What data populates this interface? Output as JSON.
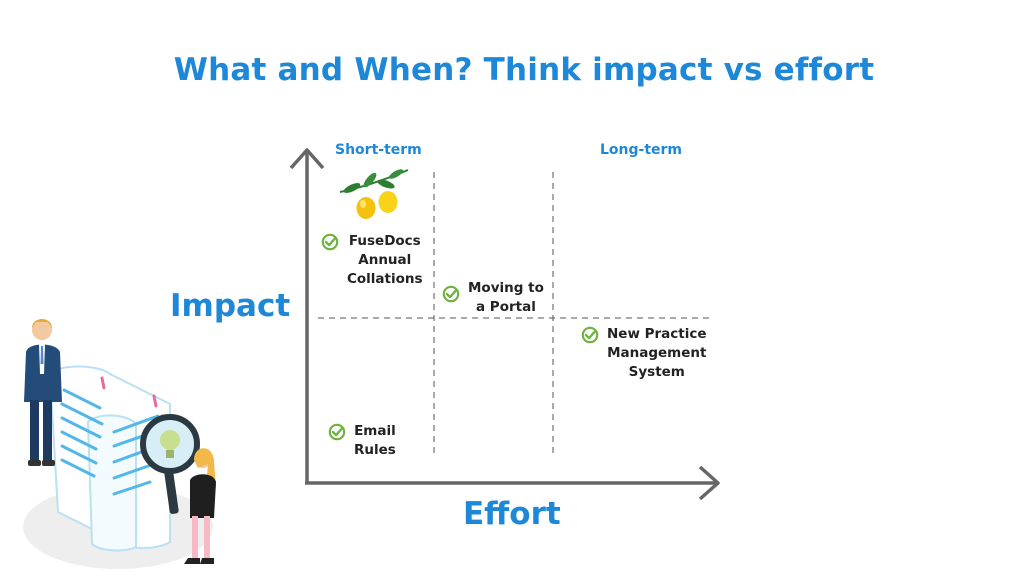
{
  "title": "What and When? Think impact vs effort",
  "axes": {
    "y_label": "Impact",
    "x_label": "Effort"
  },
  "columns": {
    "short_term": "Short-term",
    "long_term": "Long-term"
  },
  "items": {
    "fusedocs": [
      "FuseDocs",
      "Annual",
      "Collations"
    ],
    "portal": [
      "Moving to",
      "a Portal"
    ],
    "practice": [
      "New Practice",
      "Management",
      "System"
    ],
    "email": [
      "Email",
      "Rules"
    ]
  },
  "colors": {
    "accent": "#1e88d8",
    "axis": "#555555",
    "check": "#6cb33f"
  },
  "icons": [
    "check-icon",
    "lemon-branch-icon",
    "businessman-illustration",
    "magnifier-illustration"
  ]
}
